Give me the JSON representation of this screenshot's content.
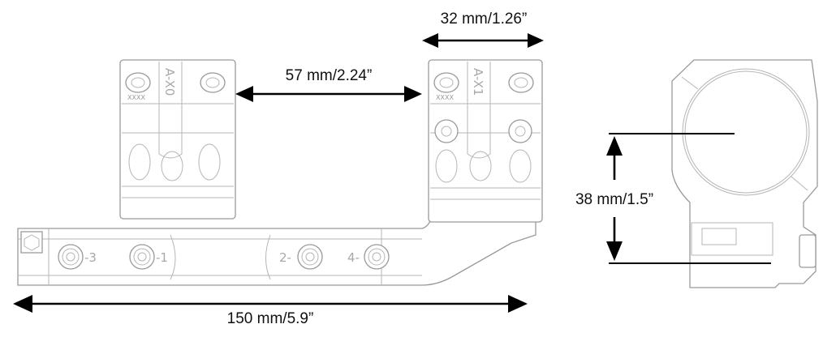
{
  "dimensions": {
    "ring_width": "32 mm/1.26”",
    "ring_spacing": "57 mm/2.24”",
    "center_height": "38 mm/1.5”",
    "overall_length": "150 mm/5.9”"
  },
  "engravings": {
    "front_ring": "A-X0",
    "rear_ring": "A-X1",
    "ring_mark": "XXXX",
    "screw_labels": [
      "-3",
      "-1",
      "2-",
      "4-"
    ]
  }
}
